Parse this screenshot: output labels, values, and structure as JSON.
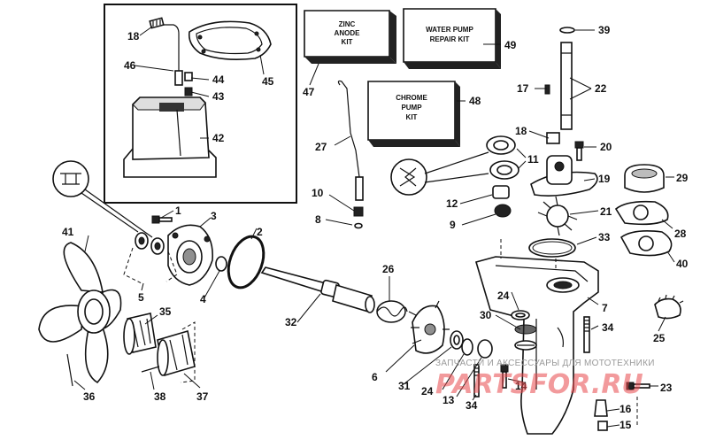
{
  "kits": {
    "zinc_anode": [
      "ZINC",
      "ANODE",
      "KIT"
    ],
    "water_pump": [
      "WATER PUMP",
      "REPAIR KIT"
    ],
    "chrome_pump": [
      "CHROME",
      "PUMP",
      "KIT"
    ]
  },
  "callouts": {
    "c1": "1",
    "c2": "2",
    "c3": "3",
    "c4": "4",
    "c5": "5",
    "c6": "6",
    "c7": "7",
    "c8": "8",
    "c9": "9",
    "c10": "10",
    "c11": "11",
    "c12": "12",
    "c13": "13",
    "c14": "14",
    "c15": "15",
    "c16": "16",
    "c17": "17",
    "c18a": "18",
    "c18b": "18",
    "c19": "19",
    "c20": "20",
    "c21": "21",
    "c22": "22",
    "c23": "23",
    "c24a": "24",
    "c24b": "24",
    "c25": "25",
    "c26": "26",
    "c27": "27",
    "c28": "28",
    "c29": "29",
    "c30": "30",
    "c31": "31",
    "c32": "32",
    "c33": "33",
    "c34a": "34",
    "c34b": "34",
    "c35": "35",
    "c36": "36",
    "c37": "37",
    "c38": "38",
    "c39": "39",
    "c40": "40",
    "c41": "41",
    "c42": "42",
    "c43": "43",
    "c44": "44",
    "c45": "45",
    "c46": "46",
    "c47": "47",
    "c48": "48",
    "c49": "49"
  },
  "watermark": {
    "line1": "ЗАПЧАСТИ И АКСЕССУАРЫ ДЛЯ МОТОТЕХНИКИ",
    "line2": "PARTSFOR.RU"
  }
}
